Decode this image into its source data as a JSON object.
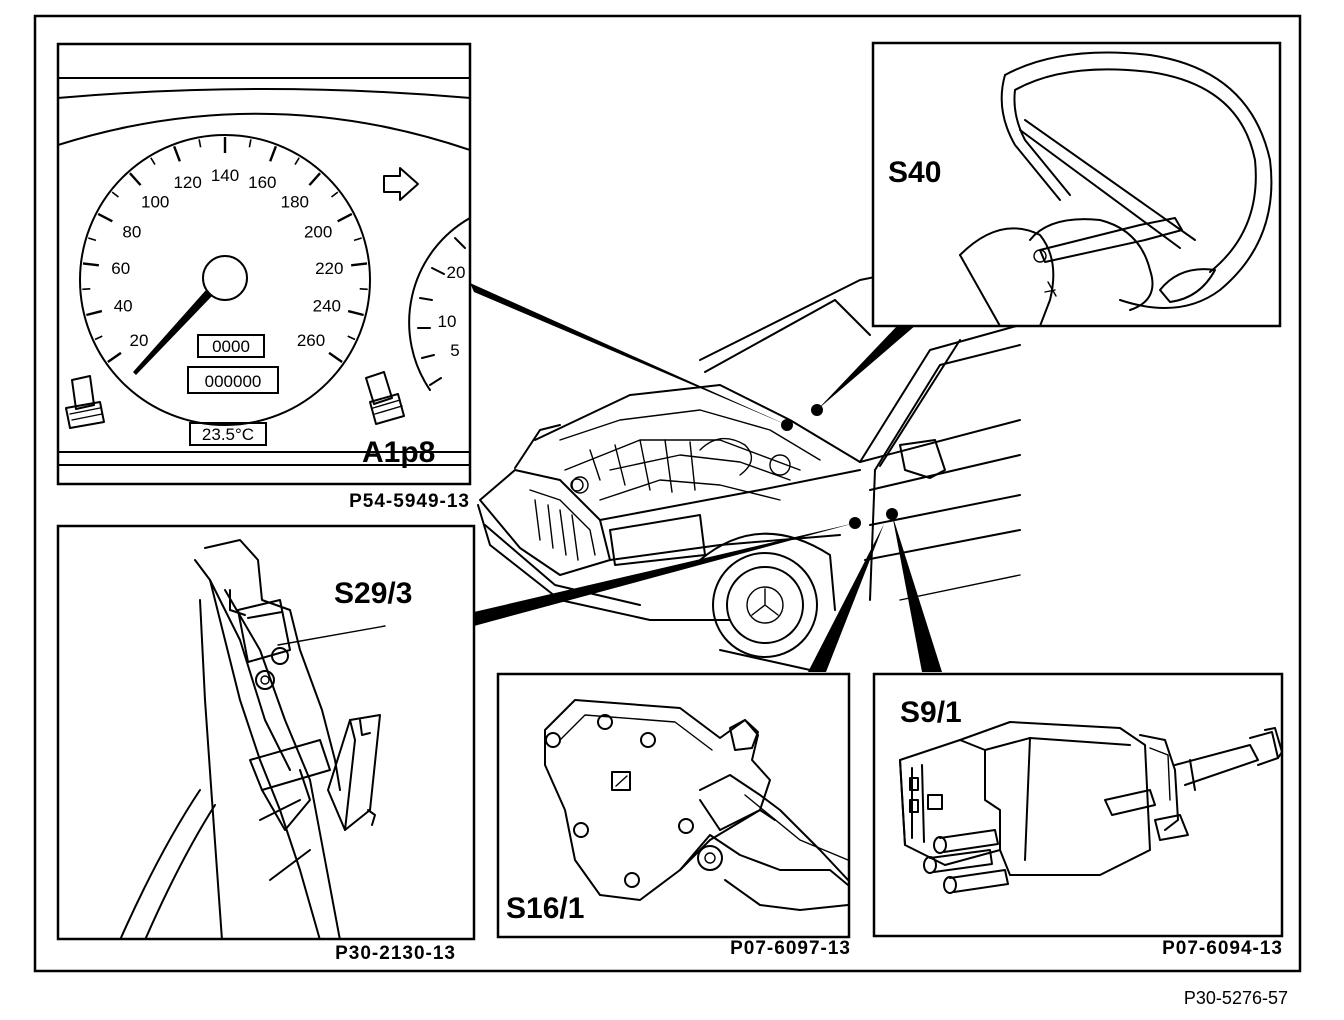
{
  "figure_id": "P30-5276-57",
  "components": {
    "cluster": {
      "label": "A1p8",
      "ref": "P54-5949-13"
    },
    "steering": {
      "label": "S40"
    },
    "hood_switch": {
      "label": "S29/3",
      "ref": "P30-2130-13"
    },
    "door_switch": {
      "label": "S16/1",
      "ref": "P07-6097-13"
    },
    "brake_switch": {
      "label": "S9/1",
      "ref": "P07-6094-13"
    }
  },
  "speedometer": {
    "ticks": [
      "20",
      "40",
      "60",
      "80",
      "100",
      "120",
      "140",
      "160",
      "180",
      "200",
      "220",
      "240",
      "260"
    ],
    "trip_display": "0000",
    "odometer_display": "000000",
    "temperature_display": "23.5°C"
  },
  "tachometer": {
    "ticks": [
      "20",
      "10",
      "5"
    ]
  }
}
